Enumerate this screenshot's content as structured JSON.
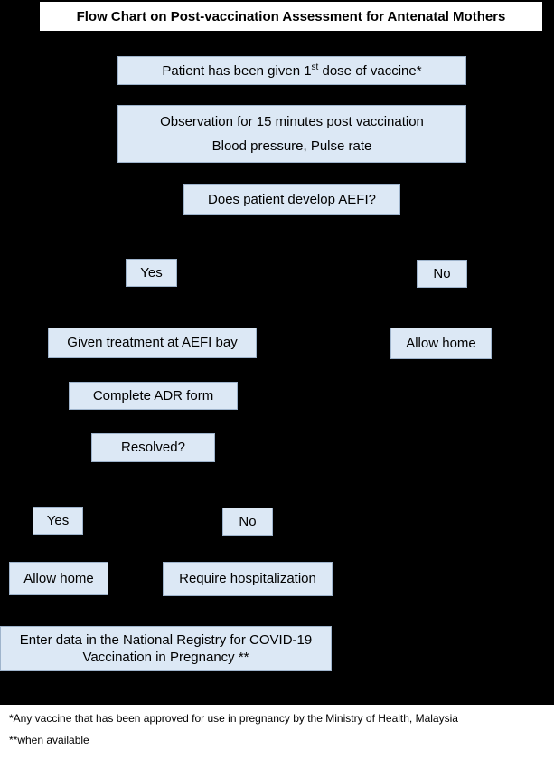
{
  "title": "Flow Chart on Post-vaccination Assessment for Antenatal Mothers",
  "nodes": {
    "start_pre": "Patient has been given 1",
    "start_sup": "st",
    "start_post": " dose of vaccine*",
    "observation_line1": "Observation for 15 minutes post vaccination",
    "observation_line2": "Blood pressure, Pulse rate",
    "question_aefi": "Does patient develop AEFI?",
    "yes_1": "Yes",
    "no_1": "No",
    "treatment": "Given treatment at AEFI bay",
    "allow_home_1": "Allow home",
    "adr_form": "Complete ADR form",
    "resolved": "Resolved?",
    "yes_2": "Yes",
    "no_2": "No",
    "allow_home_2": "Allow home",
    "hospitalization": "Require hospitalization",
    "registry_line1": "Enter data in the National Registry for COVID-19",
    "registry_line2": "Vaccination in Pregnancy **"
  },
  "footnotes": {
    "note1": "*Any vaccine that has been approved for use in pregnancy by the Ministry of Health, Malaysia",
    "note2": "**when available"
  },
  "colors": {
    "background": "#000000",
    "box_fill": "#dce8f5",
    "title_fill": "#ffffff"
  }
}
